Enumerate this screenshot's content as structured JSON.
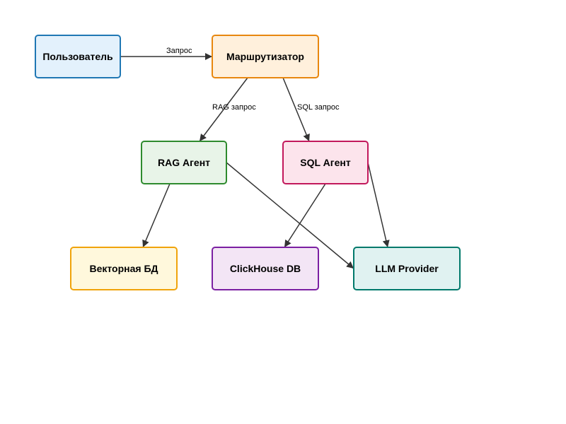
{
  "nodes": [
    {
      "id": "user",
      "label": "Пользователь",
      "fill": "#e3f1fc",
      "stroke": "#1f77b4"
    },
    {
      "id": "router",
      "label": "Маршрутизатор",
      "fill": "#fff0dc",
      "stroke": "#e8870f"
    },
    {
      "id": "rag",
      "label": "RAG Агент",
      "fill": "#e8f4e8",
      "stroke": "#2e8b2e"
    },
    {
      "id": "sql",
      "label": "SQL Агент",
      "fill": "#fce4ec",
      "stroke": "#c2185b"
    },
    {
      "id": "vector",
      "label": "Векторная БД",
      "fill": "#fff8dc",
      "stroke": "#f0a30a"
    },
    {
      "id": "clickhouse",
      "label": "ClickHouse DB",
      "fill": "#f3e5f5",
      "stroke": "#7b1fa2"
    },
    {
      "id": "llm",
      "label": "LLM Provider",
      "fill": "#e0f2f1",
      "stroke": "#00796b"
    }
  ],
  "edges": [
    {
      "from": "user",
      "to": "router",
      "label": "Запрос"
    },
    {
      "from": "router",
      "to": "rag",
      "label": "RAG запрос"
    },
    {
      "from": "router",
      "to": "sql",
      "label": "SQL запрос"
    },
    {
      "from": "rag",
      "to": "vector",
      "label": ""
    },
    {
      "from": "rag",
      "to": "llm",
      "label": ""
    },
    {
      "from": "sql",
      "to": "clickhouse",
      "label": ""
    },
    {
      "from": "sql",
      "to": "llm",
      "label": ""
    }
  ],
  "colors": {
    "edge": "#333333"
  }
}
